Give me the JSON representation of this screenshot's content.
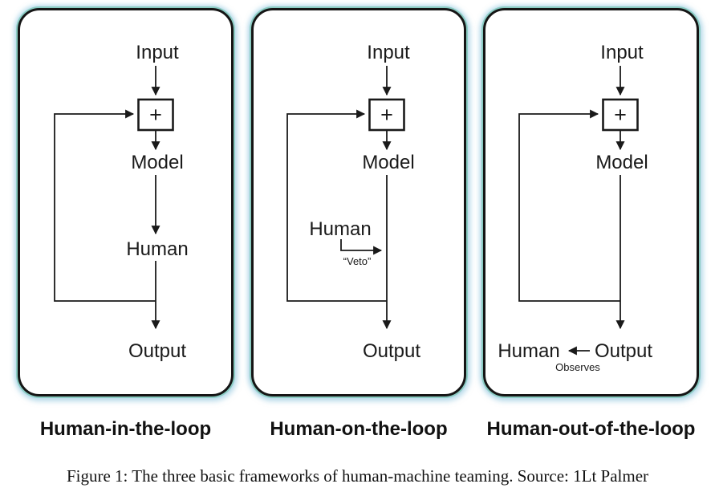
{
  "figure": {
    "caption": "Figure 1: The three basic frameworks of human-machine teaming. Source: 1Lt Palmer"
  },
  "panels": [
    {
      "title": "Human-in-the-loop",
      "nodes": {
        "input": "Input",
        "sum": "+",
        "model": "Model",
        "human": "Human",
        "output": "Output"
      }
    },
    {
      "title": "Human-on-the-loop",
      "nodes": {
        "input": "Input",
        "sum": "+",
        "model": "Model",
        "human": "Human",
        "output": "Output"
      },
      "veto_label": "“Veto”"
    },
    {
      "title": "Human-out-of-the-loop",
      "nodes": {
        "input": "Input",
        "sum": "+",
        "model": "Model",
        "human": "Human",
        "output": "Output"
      },
      "observes_label": "Observes"
    }
  ],
  "colors": {
    "line": "#1a1a1a",
    "panel_border": "#151515",
    "glow_teal": "#8bccc3",
    "glow_blue": "#cfe6f2",
    "background": "#ffffff"
  }
}
